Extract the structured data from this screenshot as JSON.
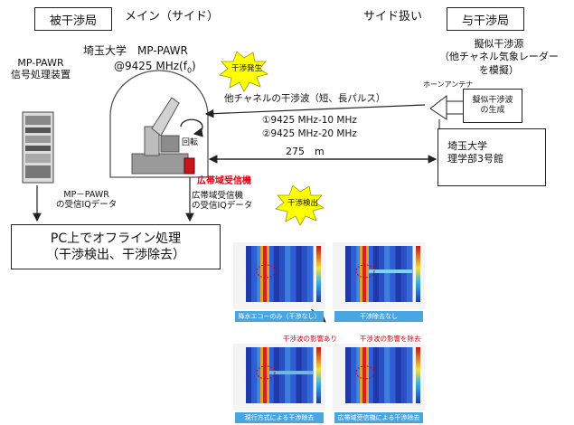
{
  "labels": {
    "victim_station": "被干渉局",
    "main_side": "メイン（サイド）",
    "side_handling": "サイド扱い",
    "interfering_station": "与干渉局",
    "pawr_processor": "MP-PAWR\n信号処理装置",
    "pawr_name": "埼玉大学　MP-PAWR",
    "pawr_freq_prefix": "@9425 MHz(f",
    "pawr_freq_sub": "0",
    "pawr_freq_suffix": ")",
    "burst_occur": "干渉発生",
    "pseudo_source": "擬似干渉源\n（他チャネル気象レーダー\nを模擬）",
    "horn_antenna": "ホーンアンテナ",
    "pseudo_gen": "擬似干渉波\nの生成",
    "other_channel_wave": "他チャネルの干渉波（短、長パルス）",
    "freq1": "①9425 MHz-10 MHz",
    "freq2": "②9425 MHz-20 MHz",
    "rotation": "回転",
    "distance": "275　m",
    "univ_building": "埼玉大学\n理学部3号館",
    "wideband_receiver": "広帯域受信機",
    "pawr_iq": "MP－PAWR\nの受信IQデータ",
    "wideband_iq": "広帯域受信機\nの受信IQデータ",
    "burst_detect": "干渉検出",
    "pc_processing": "PC上でオフライン処理\n（干渉検出、干渉除去）",
    "influence_present": "干渉波の影響あり",
    "influence_removed": "干渉波の影響を除去"
  },
  "panels": [
    {
      "caption": "降水エコーのみ（干渉なし）",
      "interference": "none"
    },
    {
      "caption": "干渉除去なし",
      "interference": "strong"
    },
    {
      "caption": "現行方式による干渉除去",
      "interference": "residual"
    },
    {
      "caption": "広帯域受信機による干渉除去",
      "interference": "none"
    }
  ],
  "colors": {
    "red_label": "#e60012",
    "burst_fill": "#ffff00",
    "caption_bg": "#4aa6e0"
  }
}
